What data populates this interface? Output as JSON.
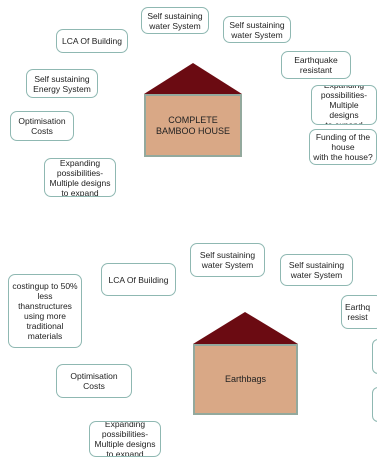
{
  "diagram1": {
    "house_label": "COMPLETE BAMBOO\nHOUSE",
    "nodes": {
      "lca": "LCA Of Building",
      "water1": "Self sustaining\nwater System",
      "water2": "Self sustaining\nwater System",
      "earthquake": "Earthquake\nresistant",
      "energy": "Self sustaining\nEnergy System",
      "expanding_right": "Expanding\npossibilities-\nMultiple designs\nto expand",
      "optimisation": "Optimisation\nCosts",
      "funding": "Funding of the\nhouse\nwith the house?",
      "expanding_left": "Expanding\npossibilities-\nMultiple designs\nto expand"
    }
  },
  "diagram2": {
    "house_label": "Earthbags",
    "nodes": {
      "water1": "Self sustaining\nwater System",
      "water2": "Self sustaining\nwater System",
      "lca": "LCA Of Building",
      "costing": "costingup to 50%\nless\nthanstructures\nusing more\ntraditional\nmaterials",
      "earthquake_partial": "Earthq\nresist",
      "optimisation": "Optimisation\nCosts",
      "expanding": "Expanding\npossibilities-\nMultiple designs\nto expand"
    }
  },
  "colors": {
    "roof": "#6b0b12",
    "house_body": "#d9a886",
    "node_border": "#8fb8b2"
  }
}
